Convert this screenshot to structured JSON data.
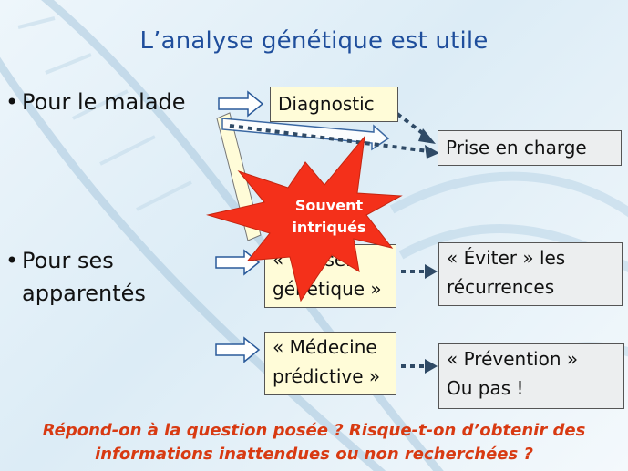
{
  "title": "L’analyse génétique est utile",
  "bullets": {
    "malade": "Pour le malade",
    "apparentes_line1": "Pour ses",
    "apparentes_line2": "apparentés"
  },
  "boxes": {
    "diagnostic": "Diagnostic",
    "prise_en_charge": "Prise en charge",
    "conseil_line1": "« Conseil",
    "conseil_line2": "génétique »",
    "eviter_line1": "« Éviter » les",
    "eviter_line2": "récurrences",
    "medecine_line1": "« Médecine",
    "medecine_line2": "prédictive »",
    "prevention_line1": "« Prévention »",
    "prevention_line2": "Ou pas !"
  },
  "star": {
    "line1": "Souvent",
    "line2": "intriqués"
  },
  "footer": {
    "line1": "Répond-on à la question posée ? Risque-t-on d’obtenir des",
    "line2": "informations inattendues ou non recherchées ?"
  },
  "colors": {
    "title": "#1f4e9c",
    "star_fill": "#f4301a",
    "footer": "#d83a12",
    "dotted_arrow": "#2f4a66",
    "box_yellow": "#fffcd8",
    "box_grey": "#eceeef"
  }
}
